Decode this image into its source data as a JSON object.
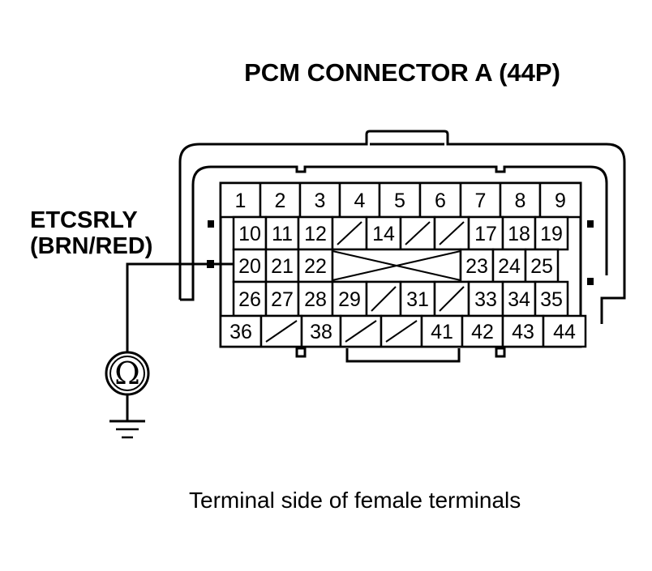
{
  "title": "PCM CONNECTOR A (44P)",
  "wire_label": {
    "line1": "ETCSRLY",
    "line2": "(BRN/RED)"
  },
  "meter_symbol": "Ω",
  "meter_icon": "ohmmeter-icon",
  "ground_icon": "ground-icon",
  "caption": "Terminal side of female terminals",
  "probed_terminal": "20",
  "rows": [
    [
      "1",
      "2",
      "3",
      "4",
      "5",
      "6",
      "7",
      "8",
      "9"
    ],
    [
      "10",
      "11",
      "12",
      "",
      "14",
      "",
      "",
      "17",
      "18",
      "19"
    ],
    [
      "20",
      "21",
      "22",
      "",
      "23",
      "24",
      "25"
    ],
    [
      "26",
      "27",
      "28",
      "29",
      "",
      "31",
      "",
      "33",
      "34",
      "35"
    ],
    [
      "36",
      "",
      "38",
      "",
      "",
      "41",
      "42",
      "43",
      "44"
    ]
  ]
}
